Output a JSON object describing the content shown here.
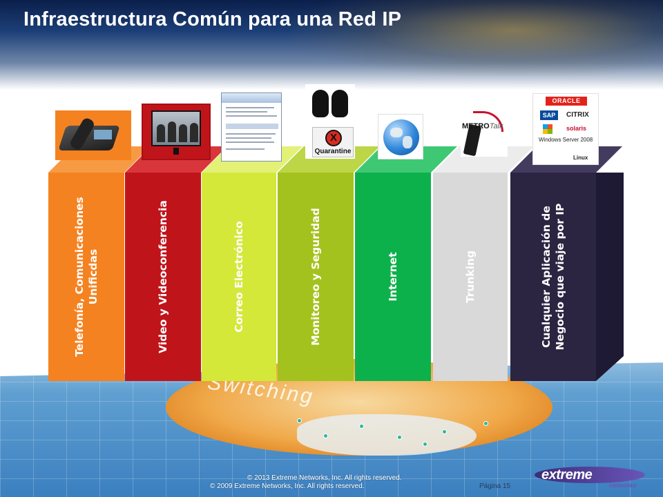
{
  "slide": {
    "title": "Infraestructura Común para una Red IP",
    "floor_label": "Switching"
  },
  "columns": [
    {
      "lines": [
        "Telefonía, Comunicaciones",
        "Unificdas"
      ],
      "color": "#f58220",
      "icon": "desk-phone-icon"
    },
    {
      "lines": [
        "Video y Videoconferencia"
      ],
      "color": "#c0141b",
      "icon": "video-conference-icon"
    },
    {
      "lines": [
        "Correo Electrónico"
      ],
      "color": "#d4e83a",
      "icon": "email-client-icon"
    },
    {
      "lines": [
        "Monitoreo y Seguridad"
      ],
      "color": "#a4c21d",
      "icon": "binoculars-icon"
    },
    {
      "lines": [
        "Internet"
      ],
      "color": "#0db14b",
      "icon": "globe-icon"
    },
    {
      "lines": [
        "Trunking"
      ],
      "color": "#d9d9d9",
      "icon": "two-way-radio-icon"
    },
    {
      "lines": [
        "Cualquier Aplicación de",
        "Negocio que viaje por IP"
      ],
      "color": "#2b2542",
      "icon": "enterprise-apps-logos"
    }
  ],
  "images": {
    "quarantine_x": "X",
    "quarantine_text": "Quarantine",
    "metro_brand": "METRO",
    "metro_brand_suffix": "Talk",
    "oracle": "ORACLE",
    "sap": "SAP",
    "citrix": "CITRIX",
    "solaris": "solaris",
    "windows_server": "Windows Server 2008",
    "linux": "Linux"
  },
  "footer": {
    "copyright_2013": "© 2013 Extreme Networks, Inc. All rights reserved.",
    "copyright_2009": "© 2009 Extreme Networks, Inc. All rights reserved.",
    "page": "Página 15",
    "brand_name": "extreme",
    "brand_sub": "networks"
  }
}
